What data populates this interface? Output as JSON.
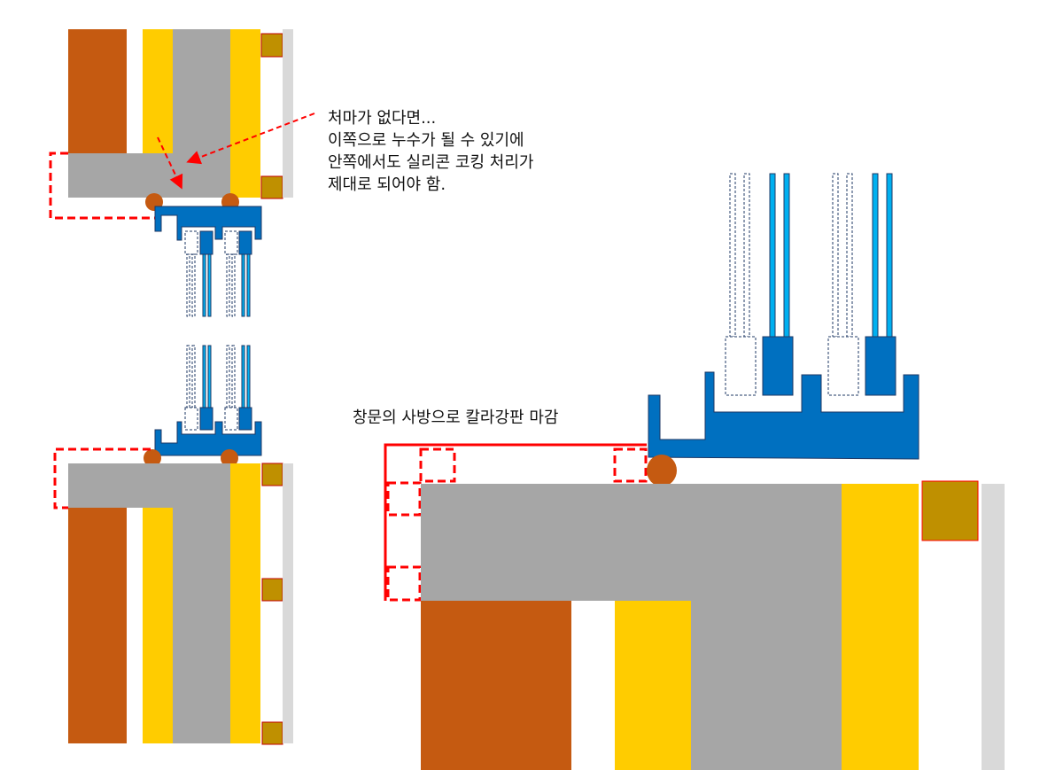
{
  "annotation": {
    "lines": [
      "처마가 없다면...",
      "이쪽으로 누수가 될 수 있기에",
      "안쪽에서도 실리콘 코킹 처리가",
      "제대로 되어야 함."
    ]
  },
  "caption": "창문의 사방으로 칼라강판 마감",
  "colors": {
    "brick": "#C55A11",
    "insulation": "#FFCC00",
    "concrete": "#A6A6A6",
    "frame": "#0070C0",
    "glass": "#00B0F0",
    "sealant": "#C55A11",
    "trim_block": "#BF9000",
    "finish": "#D9D9D9",
    "callout": "#FF0000"
  }
}
